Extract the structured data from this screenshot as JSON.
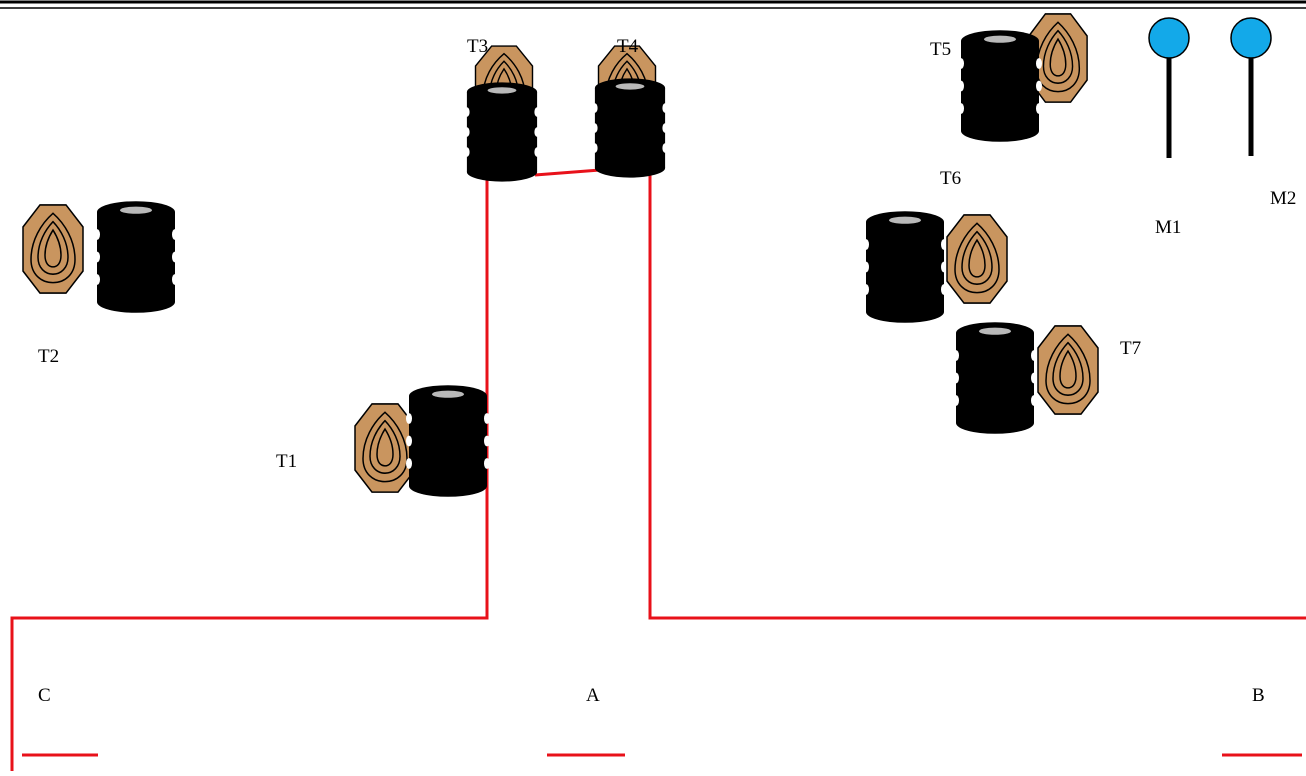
{
  "labels": {
    "t1": "T1",
    "t2": "T2",
    "t3": "T3",
    "t4": "T4",
    "t5": "T5",
    "t6": "T6",
    "t7": "T7",
    "m1": "M1",
    "m2": "M2",
    "a": "A",
    "b": "B",
    "c": "C"
  },
  "colors": {
    "fault_line": "#e8111a",
    "barrel": "#000000",
    "barrel_top_highlight": "#b9b9b9",
    "target_fill": "#c9955f",
    "target_outline": "#000000",
    "popper_head": "#13a9e9",
    "popper_stand": "#000000"
  },
  "icons": {
    "target": "target-icon",
    "barrel": "barrel-stack-icon",
    "popper": "popper-icon"
  }
}
